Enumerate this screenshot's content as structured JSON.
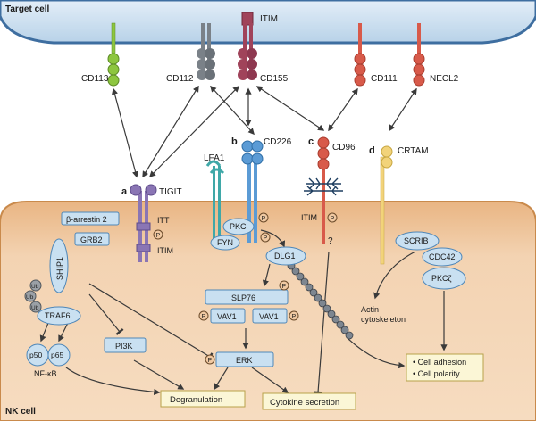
{
  "regions": {
    "target_cell": "Target cell",
    "nk_cell": "NK cell"
  },
  "section_letters": {
    "a": "a",
    "b": "b",
    "c": "c",
    "d": "d"
  },
  "target_receptors": {
    "cd113": "CD113",
    "cd112": "CD112",
    "cd155": "CD155",
    "itim_top": "ITIM",
    "cd111": "CD111",
    "necl2": "NECL2"
  },
  "nk_receptors": {
    "tigit": "TIGIT",
    "lfa1": "LFA1",
    "cd226": "CD226",
    "cd96": "CD96",
    "crtam": "CRTAM"
  },
  "motifs": {
    "itt": "ITT",
    "itim_tigit": "ITIM",
    "itim_cd96": "ITIM",
    "p": "P",
    "question": "?"
  },
  "signaling": {
    "beta_arrestin": "β-arrestin 2",
    "grb2": "GRB2",
    "ship1": "SHIP1",
    "ub": "Ub",
    "traf6": "TRAF6",
    "p50": "p50",
    "p65": "p65",
    "nfkb": "NF-κB",
    "pi3k": "PI3K",
    "pkc": "PKC",
    "fyn": "FYN",
    "dlg1": "DLG1",
    "slp76": "SLP76",
    "vav1_a": "VAV1",
    "vav1_b": "VAV1",
    "erk": "ERK",
    "scrib": "SCRIB",
    "cdc42": "CDC42",
    "pkcz": "PKCζ",
    "actin_1": "Actin",
    "actin_2": "cytoskeleton"
  },
  "outcomes": {
    "degranulation": "Degranulation",
    "cytokine": "Cytokine secretion",
    "adhesion": "• Cell adhesion",
    "polarity": "• Cell polarity"
  },
  "colors": {
    "target_fill": "#c6dced",
    "target_border": "#3e6ea0",
    "nk_fill": "#f0c9a2",
    "nk_border": "#c98a4c",
    "green": "#8dc63f",
    "gray": "#7a8188",
    "maroon": "#a0435a",
    "red": "#d85a4a",
    "purple": "#8a75b4",
    "blue": "#5b9bd5",
    "teal": "#3fa8a8",
    "yellow": "#f2d37a",
    "protein_fill": "#c9e0f1",
    "protein_border": "#4f87b8",
    "outcome_fill": "#fbf6d6",
    "outcome_border": "#b8a24a"
  }
}
